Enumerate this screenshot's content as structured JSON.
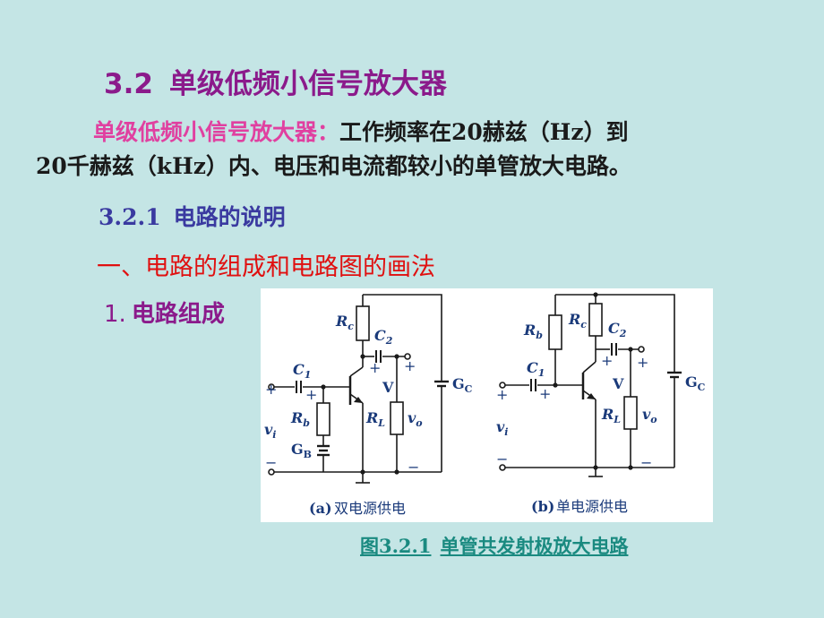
{
  "title": {
    "number": "3.2",
    "text": "单级低频小信号放大器"
  },
  "intro": {
    "highlight": "单级低频小信号放大器：",
    "line1": "工作频率在20赫兹（Hz）到",
    "line2": "20千赫兹（kHz）内、电压和电流都较小的单管放大电路。"
  },
  "subsection": {
    "number": "3.2.1",
    "text": "电路的说明"
  },
  "heading_red": "一、电路的组成和电路图的画法",
  "item": {
    "number": "1.",
    "text": "电路组成"
  },
  "figure": {
    "left": {
      "caption_letter": "(a)",
      "caption_text": "双电源供电",
      "labels": {
        "rc": "R",
        "rc_sub": "c",
        "c2": "C",
        "c2_sub": "2",
        "c1": "C",
        "c1_sub": "1",
        "rb": "R",
        "rb_sub": "b",
        "gb": "G",
        "gb_sub": "B",
        "rl": "R",
        "rl_sub": "L",
        "vo": "v",
        "vo_sub": "o",
        "vi": "v",
        "vi_sub": "i",
        "v": "V",
        "gc": "G",
        "gc_sub": "C",
        "plus": "+",
        "minus": "−"
      }
    },
    "right": {
      "caption_letter": "(b)",
      "caption_text": "单电源供电",
      "labels": {
        "rb": "R",
        "rb_sub": "b",
        "rc": "R",
        "rc_sub": "c",
        "c2": "C",
        "c2_sub": "2",
        "c1": "C",
        "c1_sub": "1",
        "rl": "R",
        "rl_sub": "L",
        "vo": "v",
        "vo_sub": "o",
        "vi": "v",
        "vi_sub": "i",
        "v": "V",
        "gc": "G",
        "gc_sub": "C",
        "plus": "+",
        "minus": "−"
      }
    },
    "colors": {
      "stroke": "#1a1a1a",
      "label": "#1a3a7a"
    }
  },
  "caption": {
    "number": "图3.2.1",
    "text": "单管共发射极放大电路"
  }
}
